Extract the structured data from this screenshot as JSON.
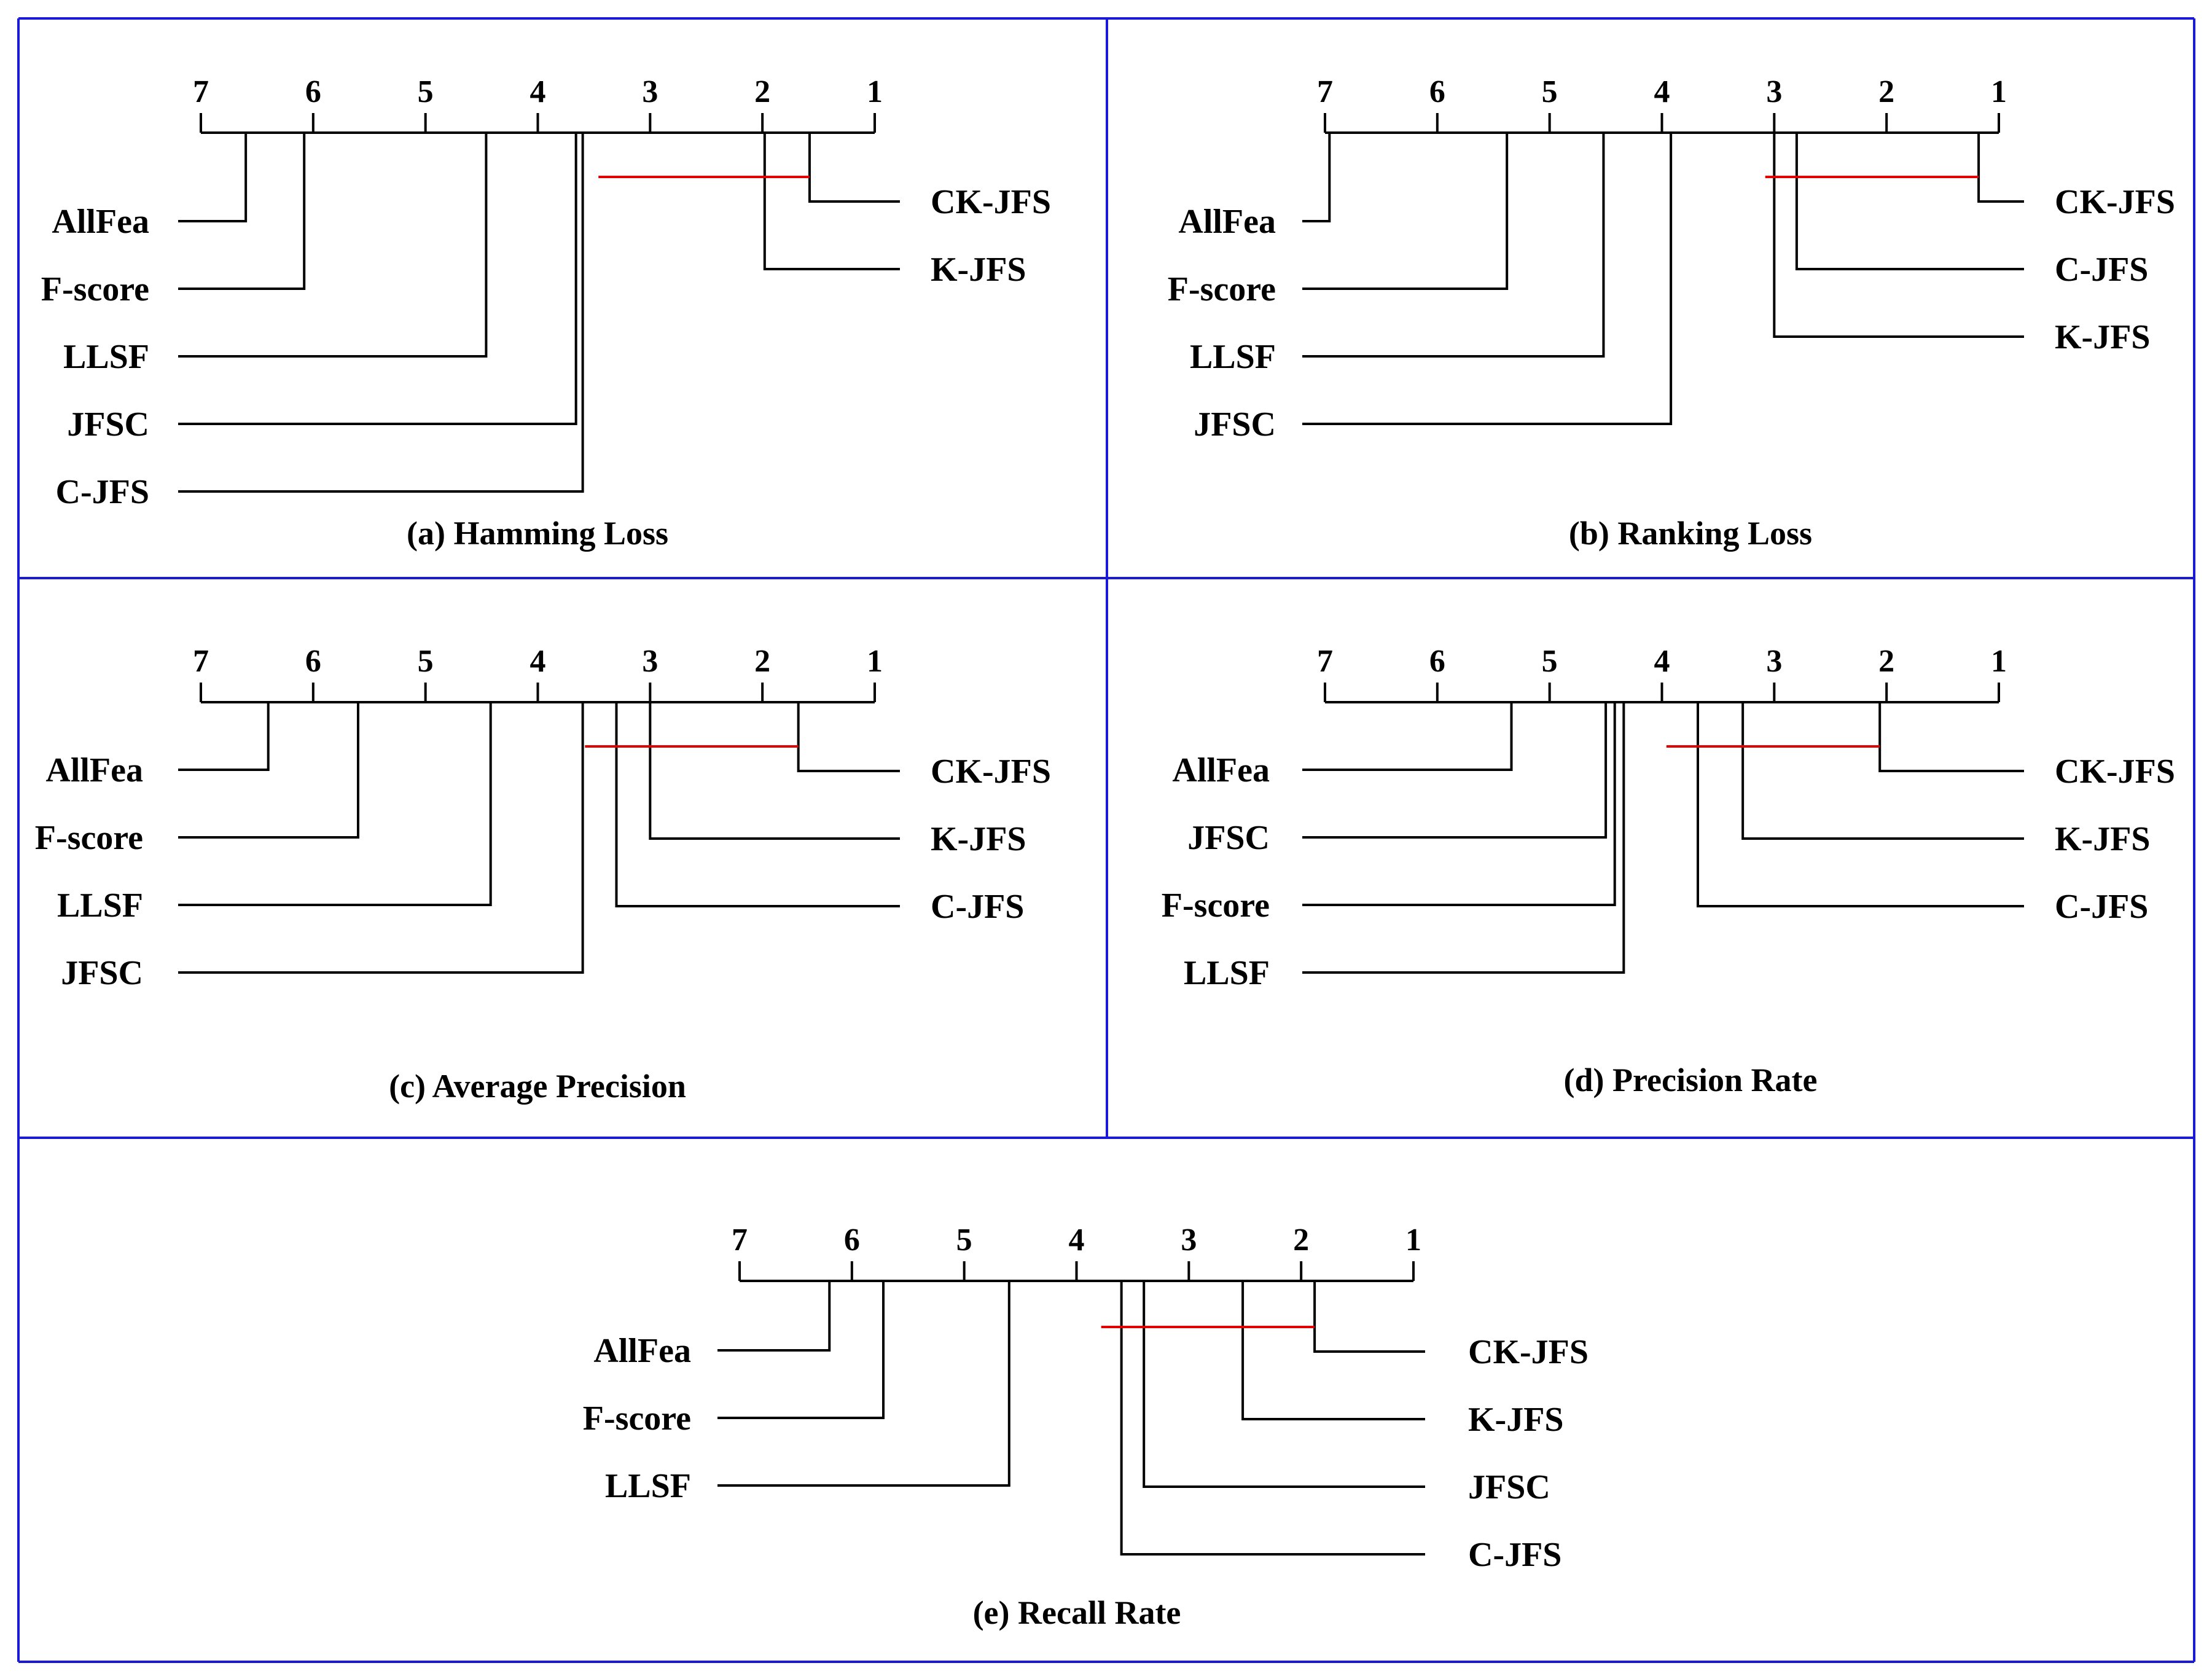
{
  "chart_data": [
    {
      "type": "critical-difference",
      "caption": "(a) Hamming Loss",
      "axis": {
        "ticks": [
          7,
          6,
          5,
          4,
          3,
          2,
          1
        ],
        "range": [
          7,
          1
        ]
      },
      "methods": [
        {
          "name": "AllFea",
          "rank": 6.6,
          "side": "left"
        },
        {
          "name": "F-score",
          "rank": 6.08,
          "side": "left"
        },
        {
          "name": "LLSF",
          "rank": 4.46,
          "side": "left"
        },
        {
          "name": "JFSC",
          "rank": 3.66,
          "side": "left"
        },
        {
          "name": "C-JFS",
          "rank": 3.6,
          "side": "left"
        },
        {
          "name": "CK-JFS",
          "rank": 1.58,
          "side": "right"
        },
        {
          "name": "K-JFS",
          "rank": 1.98,
          "side": "right"
        }
      ],
      "cd_bar": {
        "from": 3.46,
        "to": 1.58,
        "color": "#e00000"
      }
    },
    {
      "type": "critical-difference",
      "caption": "(b) Ranking Loss",
      "axis": {
        "ticks": [
          7,
          6,
          5,
          4,
          3,
          2,
          1
        ],
        "range": [
          7,
          1
        ]
      },
      "methods": [
        {
          "name": "AllFea",
          "rank": 6.96,
          "side": "left"
        },
        {
          "name": "F-score",
          "rank": 5.38,
          "side": "left"
        },
        {
          "name": "LLSF",
          "rank": 4.52,
          "side": "left"
        },
        {
          "name": "JFSC",
          "rank": 3.92,
          "side": "left"
        },
        {
          "name": "CK-JFS",
          "rank": 1.18,
          "side": "right"
        },
        {
          "name": "C-JFS",
          "rank": 2.8,
          "side": "right"
        },
        {
          "name": "K-JFS",
          "rank": 3.0,
          "side": "right"
        }
      ],
      "cd_bar": {
        "from": 3.08,
        "to": 1.18,
        "color": "#e00000"
      }
    },
    {
      "type": "critical-difference",
      "caption": "(c) Average Precision",
      "axis": {
        "ticks": [
          7,
          6,
          5,
          4,
          3,
          2,
          1
        ],
        "range": [
          7,
          1
        ]
      },
      "methods": [
        {
          "name": "AllFea",
          "rank": 6.4,
          "side": "left"
        },
        {
          "name": "F-score",
          "rank": 5.6,
          "side": "left"
        },
        {
          "name": "LLSF",
          "rank": 4.42,
          "side": "left"
        },
        {
          "name": "JFSC",
          "rank": 3.6,
          "side": "left"
        },
        {
          "name": "CK-JFS",
          "rank": 1.68,
          "side": "right"
        },
        {
          "name": "K-JFS",
          "rank": 3.0,
          "side": "right"
        },
        {
          "name": "C-JFS",
          "rank": 3.3,
          "side": "right"
        }
      ],
      "cd_bar": {
        "from": 3.58,
        "to": 1.68,
        "color": "#e00000"
      }
    },
    {
      "type": "critical-difference",
      "caption": "(d) Precision Rate",
      "axis": {
        "ticks": [
          7,
          6,
          5,
          4,
          3,
          2,
          1
        ],
        "range": [
          7,
          1
        ]
      },
      "methods": [
        {
          "name": "AllFea",
          "rank": 5.34,
          "side": "left"
        },
        {
          "name": "JFSC",
          "rank": 4.5,
          "side": "left"
        },
        {
          "name": "F-score",
          "rank": 4.42,
          "side": "left"
        },
        {
          "name": "LLSF",
          "rank": 4.34,
          "side": "left"
        },
        {
          "name": "CK-JFS",
          "rank": 2.06,
          "side": "right"
        },
        {
          "name": "K-JFS",
          "rank": 3.28,
          "side": "right"
        },
        {
          "name": "C-JFS",
          "rank": 3.68,
          "side": "right"
        }
      ],
      "cd_bar": {
        "from": 3.96,
        "to": 2.06,
        "color": "#e00000"
      }
    },
    {
      "type": "critical-difference",
      "caption": "(e) Recall Rate",
      "axis": {
        "ticks": [
          7,
          6,
          5,
          4,
          3,
          2,
          1
        ],
        "range": [
          7,
          1
        ]
      },
      "methods": [
        {
          "name": "AllFea",
          "rank": 6.2,
          "side": "left"
        },
        {
          "name": "F-score",
          "rank": 5.72,
          "side": "left"
        },
        {
          "name": "LLSF",
          "rank": 4.6,
          "side": "left"
        },
        {
          "name": "CK-JFS",
          "rank": 1.88,
          "side": "right"
        },
        {
          "name": "K-JFS",
          "rank": 2.52,
          "side": "right"
        },
        {
          "name": "JFSC",
          "rank": 3.4,
          "side": "right"
        },
        {
          "name": "C-JFS",
          "rank": 3.6,
          "side": "right"
        }
      ],
      "cd_bar": {
        "from": 3.78,
        "to": 1.88,
        "color": "#e00000"
      }
    }
  ],
  "style": {
    "panel_border_color": "#1a1ad6",
    "line_color": "#000000",
    "cd_color": "#e00000"
  }
}
